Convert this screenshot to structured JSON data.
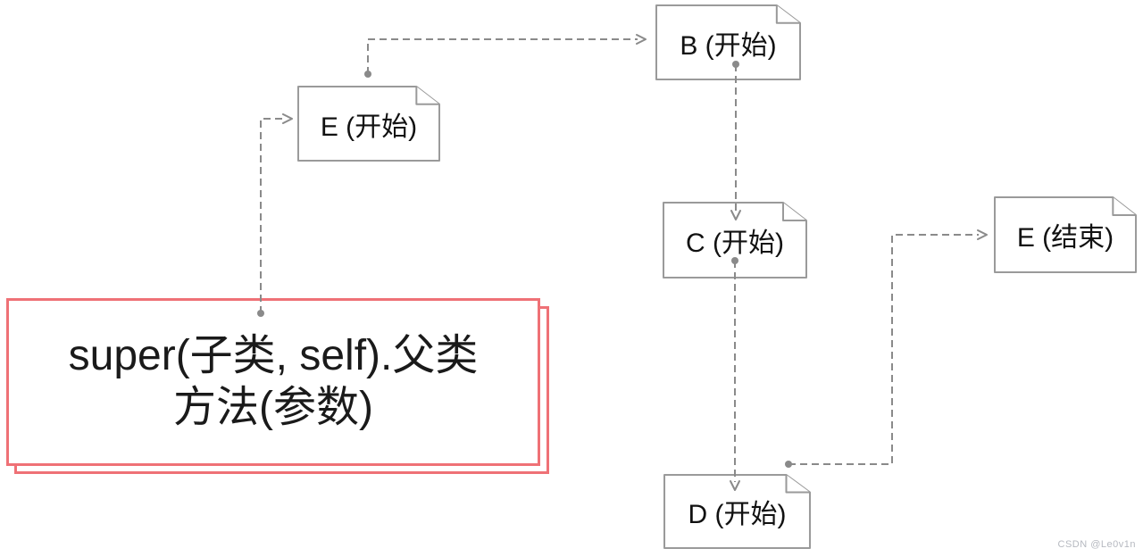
{
  "diagram": {
    "type": "flowchart-notes",
    "nodes": [
      {
        "id": "e-start",
        "label": "E (开始)"
      },
      {
        "id": "b-start",
        "label": "B (开始)"
      },
      {
        "id": "c-start",
        "label": "C (开始)"
      },
      {
        "id": "d-start",
        "label": "D (开始)"
      },
      {
        "id": "e-end",
        "label": "E (结束)"
      }
    ],
    "annotation": {
      "line1": "super(子类, self).父类",
      "line2": "方法(参数)"
    },
    "connectors": [
      {
        "from": "annotation",
        "to": "e-start"
      },
      {
        "from": "e-start",
        "to": "b-start"
      },
      {
        "from": "b-start",
        "to": "c-start"
      },
      {
        "from": "c-start",
        "to": "d-start"
      },
      {
        "from": "d-start",
        "to": "e-end"
      }
    ],
    "colors": {
      "node_border": "#9a9a9a",
      "connector": "#8a8a8a",
      "annotation_border": "#ef7176",
      "node_text": "#111111",
      "annotation_text": "#1a1a1a",
      "watermark": "#b6b9c0"
    }
  },
  "watermark": {
    "text": "CSDN @Le0v1n"
  }
}
